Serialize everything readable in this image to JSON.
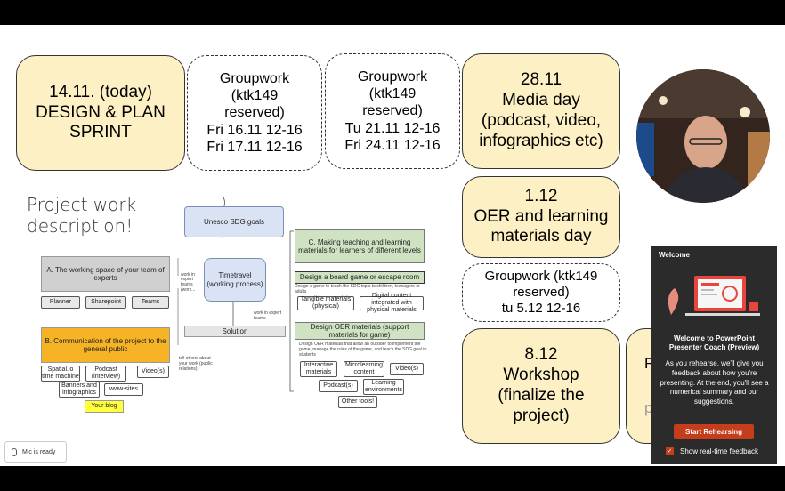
{
  "slide": {
    "boxes": {
      "today": [
        "14.11. (today)",
        "DESIGN & PLAN",
        "SPRINT"
      ],
      "group1": [
        "Groupwork",
        "(ktk149",
        "reserved)",
        "Fri 16.11 12-16",
        "Fri 17.11 12-16"
      ],
      "group2": [
        "Groupwork",
        "(ktk149",
        "reserved)",
        "Tu 21.11 12-16",
        "Fri 24.11 12-16"
      ],
      "media": [
        "28.11",
        "Media day",
        "(podcast, video,",
        "infographics etc)"
      ],
      "oer": [
        "1.12",
        "OER and learning",
        "materials day"
      ],
      "group3": [
        "Groupwork (ktk149",
        "reserved)",
        "tu 5.12 12-16"
      ],
      "workshop": [
        "8.12",
        "Workshop",
        "(finalize the",
        "project)"
      ],
      "partial": [
        "Fi",
        "prototypes"
      ]
    },
    "project_title_lines": [
      "Project work",
      "description!"
    ],
    "diagram": {
      "sdg": "Unesco SDG goals",
      "timetravel": "Timetravel (working process)",
      "solution": "Solution",
      "a_title": "A. The working space of your team of experts",
      "a_items": [
        "Planner",
        "Sharepoint",
        "Teams"
      ],
      "b_title": "B. Communication of the project to the general public",
      "b_items": [
        "Spatial.io time machine",
        "Podcast (interview)",
        "Video(s)",
        "Banners and infographics",
        "www-sites"
      ],
      "blog": "Your blog",
      "c_title": "C. Making teaching and learning materials for learners of different levels",
      "board": "Design a board game or escape room",
      "board_desc": "Design a game to teach the SDG topic to children, teenagers or adults",
      "board_items": [
        "Tangible materials (physical)",
        "Digital content integrated with physical materials"
      ],
      "oer_title": "Design OER materials (support materials for game)",
      "oer_desc": "Design OER materials that allow an outsider to implement the game, manage the rules of the game, and teach the SDG goal to students",
      "oer_items": [
        "Interactive materials",
        "Microlearning content",
        "Video(s)",
        "Podcast(s)",
        "Learning environments",
        "Other tools!"
      ],
      "note1": "work in expert teams (work...",
      "note2": "work in expert teams",
      "note3": "tell others about your work (public relations)"
    }
  },
  "coach": {
    "header": "Welcome",
    "title": "Welcome to PowerPoint Presenter Coach (Preview)",
    "body": "As you rehearse, we'll give you feedback about how you're presenting. At the end, you'll see a numerical summary and our suggestions.",
    "start_button": "Start Rehearsing",
    "checkbox_label": "Show real-time feedback",
    "checkbox_checked": true
  },
  "mic_status": "Mic is ready",
  "colors": {
    "box_fill": "#fdf0c4",
    "accent_button": "#c43e1c"
  }
}
